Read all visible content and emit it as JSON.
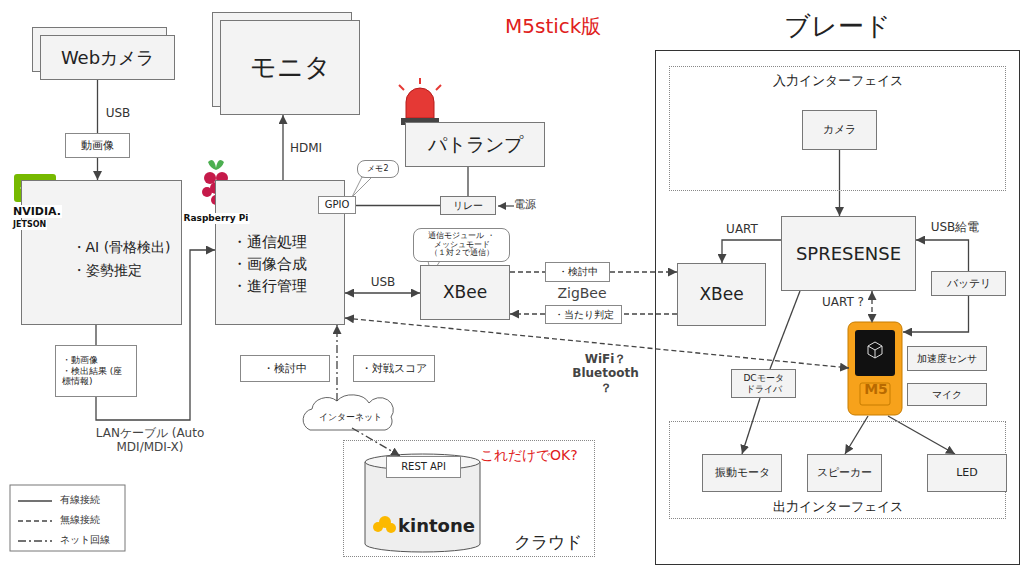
{
  "diagram": {
    "title": "M5stick版",
    "nodes": [
      {
        "text": [
          "Webカメラ"
        ]
      },
      {
        "text": [
          "動画像"
        ]
      },
      {
        "text": [
          "・AI (骨格検出)",
          "・姿勢推定"
        ]
      },
      {
        "text": [
          "・動画像",
          "・検出結果 (座標情報)"
        ]
      },
      {
        "text": [
          "モニタ"
        ]
      },
      {
        "text": [
          "・通信処理",
          "・画像合成",
          "・進行管理"
        ]
      },
      {
        "text": [
          "GPIO"
        ]
      },
      {
        "text": [
          "メモ2"
        ]
      },
      {
        "text": [
          "パトランプ"
        ]
      },
      {
        "text": [
          "リレー"
        ]
      },
      {
        "text": [
          "通信モジュール ・メッシュモード （１対２で通信）"
        ]
      },
      {
        "text": [
          "XBee"
        ]
      },
      {
        "text": [
          "・検討中"
        ]
      },
      {
        "text": [
          "・当たり判定"
        ]
      },
      {
        "text": [
          "・検討中"
        ]
      },
      {
        "text": [
          "・対戦スコア"
        ]
      },
      {
        "text": [
          "インターネット"
        ]
      },
      {
        "text": [
          "クラウド"
        ]
      },
      {
        "text": [
          "REST API"
        ],
        "in": 17
      },
      {
        "text": [
          "kintone"
        ],
        "in": 17
      },
      {
        "text": [
          "ブレード"
        ]
      },
      {
        "text": [
          "入力インターフェイス"
        ],
        "in": 20
      },
      {
        "text": [
          "カメラ"
        ],
        "in": 21
      },
      {
        "text": [
          "XBee"
        ],
        "in": 20
      },
      {
        "text": [
          "SPRESENSE"
        ],
        "in": 20
      },
      {
        "text": [
          "バッテリ"
        ],
        "in": 20
      },
      {
        "text": [
          "M5"
        ],
        "in": 20
      },
      {
        "text": [
          "加速度センサ"
        ],
        "in": 20
      },
      {
        "text": [
          "マイク"
        ],
        "in": 20
      },
      {
        "text": [
          "DCモータ ドライバ"
        ],
        "in": 20
      },
      {
        "text": [
          "出力インターフェイス"
        ],
        "in": 20
      },
      {
        "text": [
          "振動モータ"
        ],
        "in": 30
      },
      {
        "text": [
          "スピーカー"
        ],
        "in": 30
      },
      {
        "text": [
          "LED"
        ],
        "in": 30
      }
    ],
    "edges": [
      {
        "from": 0,
        "to": 1,
        "arrow": "none",
        "label": "USB"
      },
      {
        "from": 1,
        "to": 2,
        "arrow": "to"
      },
      {
        "from": 2,
        "to": 3,
        "arrow": "none"
      },
      {
        "from": 3,
        "to": 5,
        "arrow": "to"
      },
      {
        "from": 5,
        "to": 4,
        "arrow": "to",
        "label": "HDMI"
      },
      {
        "from": 9,
        "to": 6,
        "arrow": "none"
      },
      {
        "from": 8,
        "to": 9,
        "arrow": "none"
      },
      {
        "from": 5,
        "to": 11,
        "arrow": "both",
        "label": "USB"
      },
      {
        "from": 11,
        "to": 12,
        "arrow": "none"
      },
      {
        "from": 12,
        "to": 23,
        "arrow": "to"
      },
      {
        "from": 23,
        "to": 13,
        "arrow": "none"
      },
      {
        "from": 13,
        "to": 11,
        "arrow": "to"
      },
      {
        "from": 24,
        "to": 23,
        "arrow": "to",
        "label": "UART"
      },
      {
        "from": 22,
        "to": 24,
        "arrow": "to"
      },
      {
        "from": 25,
        "to": 24,
        "arrow": "to",
        "label": "USB給電"
      },
      {
        "from": 25,
        "to": 26,
        "arrow": "to"
      },
      {
        "from": 24,
        "to": 26,
        "arrow": "both",
        "label": "UART ?"
      },
      {
        "from": 24,
        "to": 29,
        "arrow": "none"
      },
      {
        "from": 29,
        "to": 31,
        "arrow": "to"
      },
      {
        "from": 26,
        "to": 32,
        "arrow": "to"
      },
      {
        "from": 26,
        "to": 33,
        "arrow": "to"
      },
      {
        "from": 5,
        "to": 26,
        "arrow": "both"
      },
      {
        "from": 16,
        "to": 5,
        "arrow": "to"
      },
      {
        "from": 16,
        "to": 18,
        "arrow": "to"
      }
    ],
    "labels": [
      "NVIDIA.",
      "JETSON",
      "Raspberry Pi",
      "LANケーブル (Auto MDI/MDI-X)",
      "電源",
      "ZigBee",
      "WiFi？ Bluetooth ？",
      "これだけでOK?"
    ],
    "legend": [
      {
        "text": "有線接続"
      },
      {
        "text": "無線接続"
      },
      {
        "text": "ネット回線"
      }
    ]
  }
}
